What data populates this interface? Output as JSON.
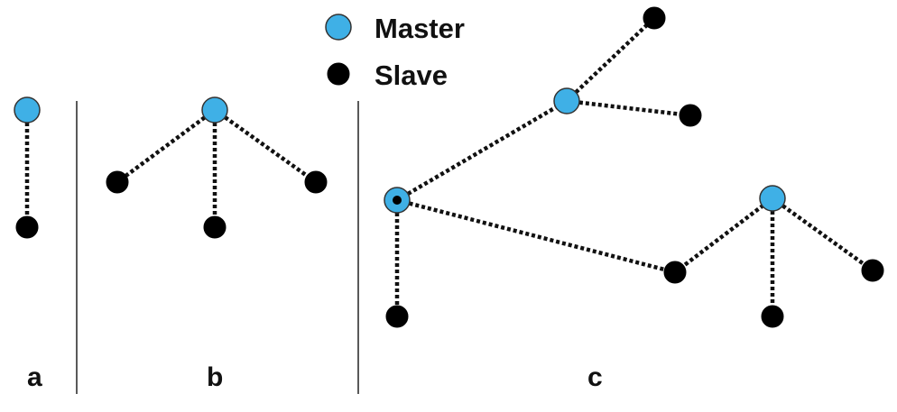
{
  "legend": {
    "master_label": "Master",
    "slave_label": "Slave",
    "master_color": "#3fb0e6",
    "slave_color": "#000000"
  },
  "panels": [
    {
      "id": "a",
      "label": "a"
    },
    {
      "id": "b",
      "label": "b"
    },
    {
      "id": "c",
      "label": "c"
    }
  ],
  "nodes": {
    "a_master": {
      "role": "master",
      "panel": "a"
    },
    "a_slave": {
      "role": "slave",
      "panel": "a"
    },
    "b_master": {
      "role": "master",
      "panel": "b"
    },
    "b_slave_left": {
      "role": "slave",
      "panel": "b"
    },
    "b_slave_middle": {
      "role": "slave",
      "panel": "b"
    },
    "b_slave_right": {
      "role": "slave",
      "panel": "b"
    },
    "c_master_bridge": {
      "role": "master-and-slave",
      "panel": "c"
    },
    "c_master_top": {
      "role": "master",
      "panel": "c"
    },
    "c_master_right": {
      "role": "master",
      "panel": "c"
    },
    "c_slave_top": {
      "role": "slave",
      "panel": "c"
    },
    "c_slave_top_right": {
      "role": "slave",
      "panel": "c"
    },
    "c_slave_bottom_left": {
      "role": "slave",
      "panel": "c"
    },
    "c_slave_middle": {
      "role": "slave",
      "panel": "c"
    },
    "c_slave_bottom_right": {
      "role": "slave",
      "panel": "c"
    },
    "c_slave_far_right": {
      "role": "slave",
      "panel": "c"
    }
  },
  "links": [
    {
      "from": "a_master",
      "to": "a_slave"
    },
    {
      "from": "b_master",
      "to": "b_slave_left"
    },
    {
      "from": "b_master",
      "to": "b_slave_middle"
    },
    {
      "from": "b_master",
      "to": "b_slave_right"
    },
    {
      "from": "c_master_bridge",
      "to": "c_master_top"
    },
    {
      "from": "c_master_top",
      "to": "c_slave_top"
    },
    {
      "from": "c_master_top",
      "to": "c_slave_top_right"
    },
    {
      "from": "c_master_bridge",
      "to": "c_slave_bottom_left"
    },
    {
      "from": "c_master_bridge",
      "to": "c_slave_middle"
    },
    {
      "from": "c_slave_middle",
      "to": "c_master_right"
    },
    {
      "from": "c_master_right",
      "to": "c_slave_bottom_right"
    },
    {
      "from": "c_master_right",
      "to": "c_slave_far_right"
    }
  ]
}
